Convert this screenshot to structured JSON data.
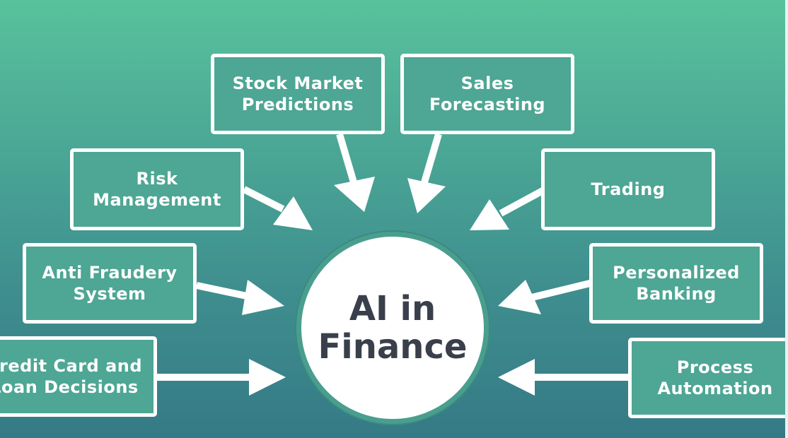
{
  "center": {
    "line1": "AI in",
    "line2": "Finance"
  },
  "nodes": {
    "stock": {
      "line1": "Stock Market",
      "line2": "Predictions"
    },
    "sales": {
      "line1": "Sales",
      "line2": "Forecasting"
    },
    "risk": {
      "line1": "Risk",
      "line2": "Management"
    },
    "trading": {
      "line1": "Trading"
    },
    "fraud": {
      "line1": "Anti Fraudery",
      "line2": "System"
    },
    "banking": {
      "line1": "Personalized",
      "line2": "Banking"
    },
    "credit": {
      "line1": "Credit Card and",
      "line2": "Loan Decisions"
    },
    "process": {
      "line1": "Process",
      "line2": "Automation"
    }
  },
  "colors": {
    "background_top": "#58c29c",
    "background_bottom": "#357a86",
    "box_fill": "#4ea694",
    "box_border": "#ffffff",
    "arrow": "#ffffff",
    "center_text": "#3a3f4c"
  }
}
